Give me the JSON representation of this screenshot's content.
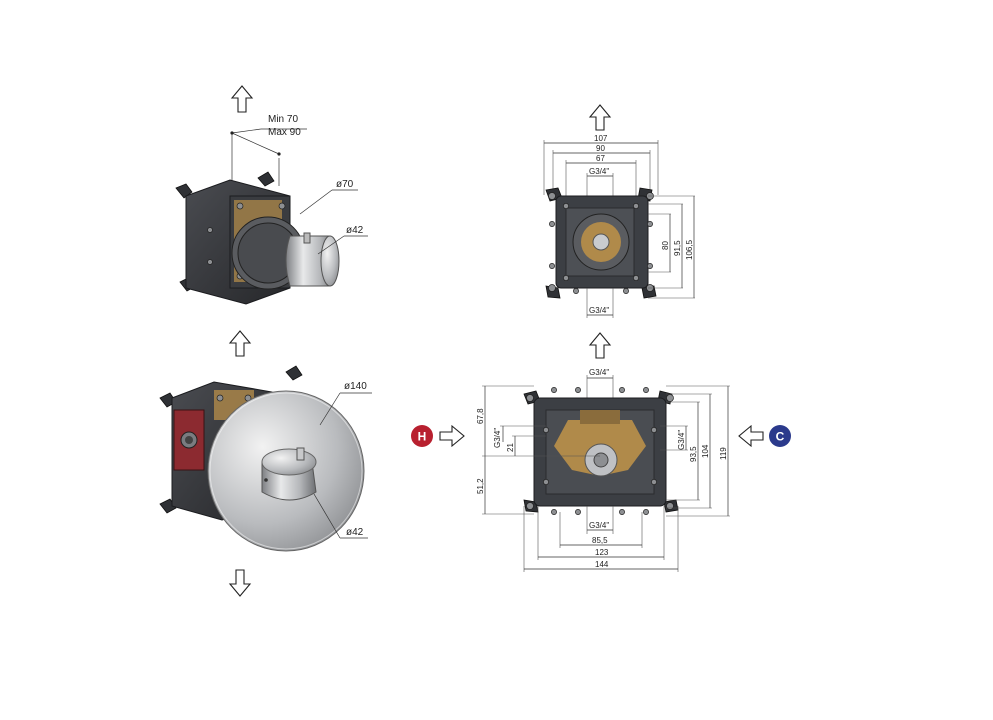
{
  "side_view": {
    "depth_min": "Min 70",
    "depth_max": "Max 90",
    "dia_outer": "ø70",
    "dia_inner": "ø42"
  },
  "front_view": {
    "dia_rosette": "ø140",
    "dia_knob": "ø42"
  },
  "top_plan": {
    "width_outer": "107",
    "width_mid": "90",
    "width_inner": "67",
    "port_top": "G3/4\"",
    "port_bottom": "G3/4\"",
    "height_inner": "80",
    "height_mid": "91,5",
    "height_outer": "106,5"
  },
  "bottom_plan": {
    "port_top": "G3/4\"",
    "port_left": "G3/4\"",
    "port_right": "G3/4\"",
    "port_bottom": "G3/4\"",
    "dim_left_upper": "67,8",
    "dim_left_mid": "21",
    "dim_left_lower": "51,2",
    "dim_right_inner": "93,5",
    "dim_right_mid": "104",
    "dim_right_outer": "119",
    "width_inner": "85,5",
    "width_mid": "123",
    "width_outer": "144"
  },
  "inlets": {
    "hot_label": "H",
    "cold_label": "C",
    "hot_color": "#b8202f",
    "cold_color": "#2b3a8c"
  }
}
